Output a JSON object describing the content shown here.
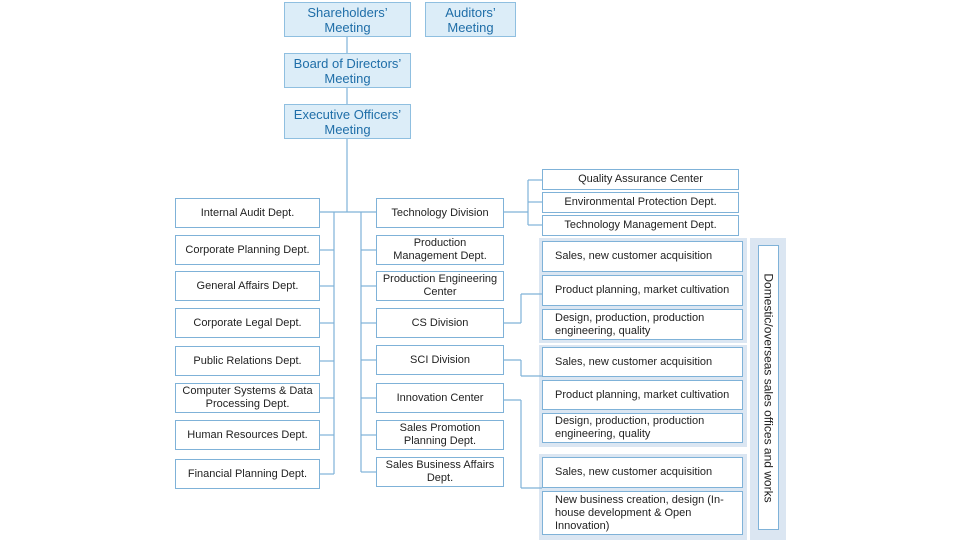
{
  "top": {
    "shareholders": "Shareholders’ Meeting",
    "auditors": "Auditors’ Meeting",
    "board": "Board of Directors’ Meeting",
    "executive": "Executive Officers’ Meeting"
  },
  "left_depts": [
    "Internal Audit Dept.",
    "Corporate Planning Dept.",
    "General Affairs Dept.",
    "Corporate Legal Dept.",
    "Public Relations Dept.",
    "Computer Systems & Data Processing Dept.",
    "Human Resources Dept.",
    "Financial Planning Dept."
  ],
  "middle_units": [
    "Technology Division",
    "Production Management Dept.",
    "Production Engineering Center",
    "CS Division",
    "SCI Division",
    "Innovation Center",
    "Sales Promotion Planning Dept.",
    "Sales Business Affairs Dept."
  ],
  "tech_children": [
    "Quality Assurance Center",
    "Environmental Protection Dept.",
    "Technology Management Dept."
  ],
  "cs_children": [
    "Sales, new customer acquisition",
    "Product planning, market cultivation",
    "Design, production, production engineering, quality"
  ],
  "sci_children": [
    "Sales, new customer acquisition",
    "Product planning, market cultivation",
    "Design, production, production engineering, quality"
  ],
  "innovation_children": [
    "Sales, new customer acquisition",
    "New business creation, design (In-house development & Open Innovation)"
  ],
  "side_label": "Domestic/overseas sales offices and works"
}
